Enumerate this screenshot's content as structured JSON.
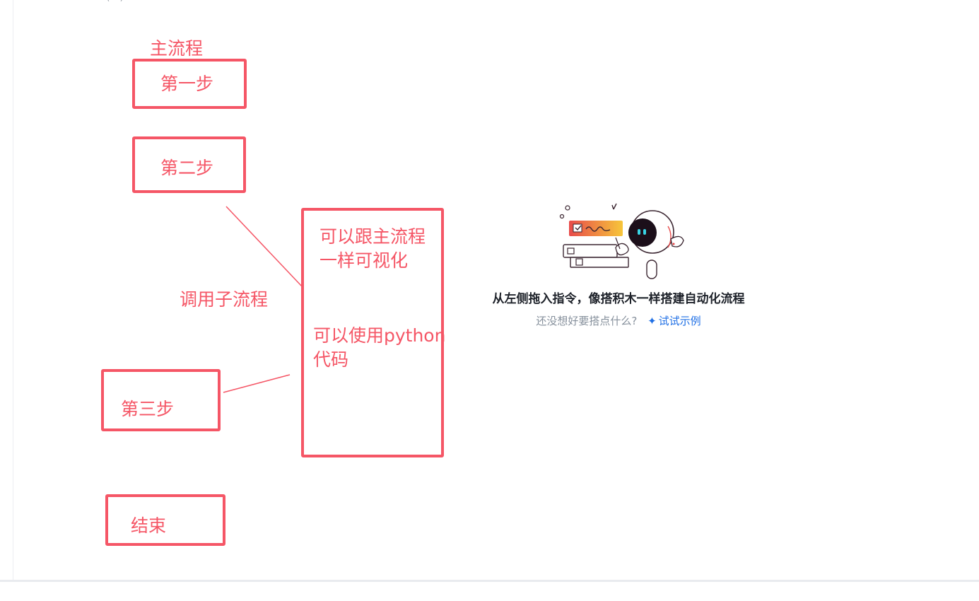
{
  "top_cut_text": "(…)…",
  "annotations": {
    "main_flow": "主流程",
    "step1": "第一步",
    "step2": "第二步",
    "call_subflow": "调用子流程",
    "sub_visual_line1": "可以跟主流程",
    "sub_visual_line2": "一样可视化",
    "sub_python_line1": "可以使用python",
    "sub_python_line2": "代码",
    "step3": "第三步",
    "end": "结束"
  },
  "empty_state": {
    "title": "从左侧拖入指令，像搭积木一样搭建自动化流程",
    "subtitle": "还没想好要搭点什么?",
    "link_label": "试试示例",
    "link_icon": "sparkle-icon"
  },
  "colors": {
    "annotation": "#f55666",
    "link": "#1f6fe5",
    "title": "#1d2129",
    "subtitle": "#86909c"
  }
}
